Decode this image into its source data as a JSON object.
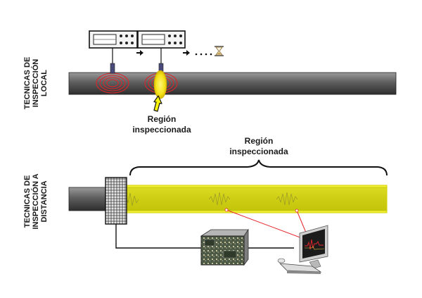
{
  "local": {
    "title_line1": "TECNICAS DE",
    "title_line2": "INSPECCIÓN",
    "title_line3": "LOCAL",
    "region_line1": "Región",
    "region_line2": "inspeccionada"
  },
  "distance": {
    "title_line1": "TECNICAS DE",
    "title_line2": "INSPECCIÓN A",
    "title_line3": "DISTANCIA",
    "region_line1": "Región",
    "region_line2": "inspeccionada"
  },
  "icons": {
    "instrument": "ultrasonic-instrument-icon",
    "arrow": "right-arrow-icon",
    "time": "hourglass-icon",
    "ellipsis": "ellipsis-icon",
    "transducer": "transducer-collar-icon",
    "unit": "electronics-unit-icon",
    "computer": "computer-icon"
  },
  "colors": {
    "pipe": "#5f5f5f",
    "highlight": "#f0ee00",
    "waves": "#d8262c",
    "signal_line": "#e8262c"
  }
}
